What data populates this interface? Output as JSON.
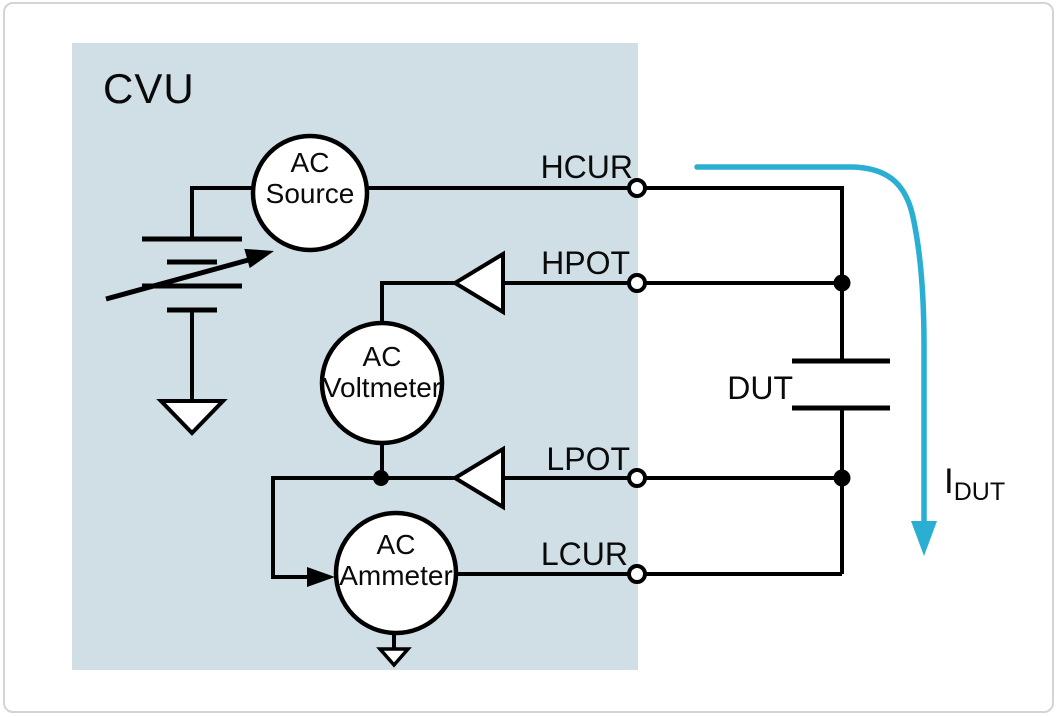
{
  "diagram": {
    "title": "CVU",
    "instruments": {
      "source": {
        "line1": "AC",
        "line2": "Source"
      },
      "voltmeter": {
        "line1": "AC",
        "line2": "Voltmeter"
      },
      "ammeter": {
        "line1": "AC",
        "line2": "Ammeter"
      }
    },
    "terminals": {
      "hcur": {
        "label": "HCUR"
      },
      "hpot": {
        "label": "HPOT"
      },
      "lpot": {
        "label": "LPOT"
      },
      "lcur": {
        "label": "LCUR"
      }
    },
    "dut": {
      "label": "DUT"
    },
    "current": {
      "base": "I",
      "sub": "DUT"
    },
    "icons": [
      "battery-variable-icon",
      "ground-icon",
      "buffer-amplifier-icon",
      "capacitor-icon",
      "terminal-node-icon",
      "junction-dot-icon",
      "current-flow-arrow-icon"
    ],
    "colors": {
      "box_fill": "#cfdfe5",
      "wire": "#000000",
      "current_arrow": "#2aafd3",
      "border": "#d4d4d4",
      "text": "#0a0a0a"
    }
  }
}
